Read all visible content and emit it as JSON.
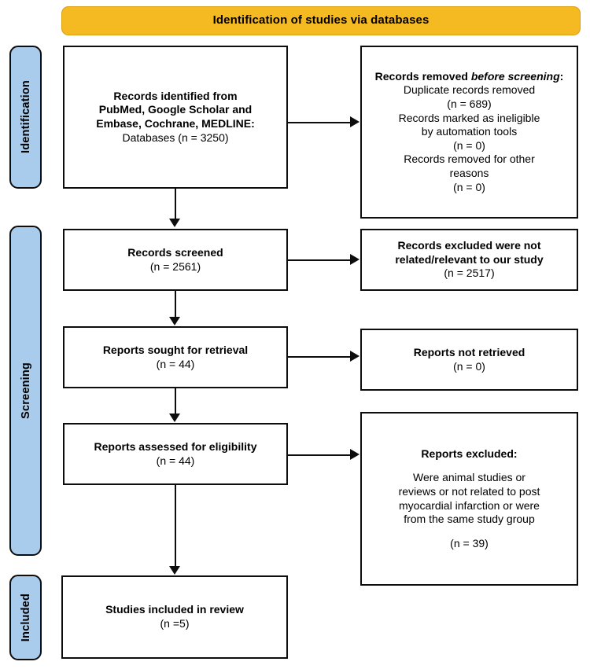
{
  "banner": {
    "title": "Identification of studies via databases"
  },
  "stages": [
    {
      "name": "identification",
      "label": "Identification"
    },
    {
      "name": "screening",
      "label": "Screening"
    },
    {
      "name": "included",
      "label": "Included"
    }
  ],
  "boxes": {
    "identified": {
      "title": "Records identified from\nPubMed, Google Scholar and\nEmbase, Cochrane, MEDLINE:",
      "detail": "Databases (n = 3250)"
    },
    "removed": {
      "title_lead": "Records removed ",
      "title_italic": "before screening",
      "title_tail": ":",
      "lines": [
        "Duplicate records removed",
        "(n = 689)",
        "Records marked as ineligible",
        "by automation tools",
        "(n = 0)",
        "Records removed for other",
        "reasons",
        "(n = 0)"
      ]
    },
    "screened": {
      "title": "Records screened",
      "detail": "(n = 2561)"
    },
    "excluded_records": {
      "title": "Records excluded were not\nrelated/relevant to our study",
      "detail": "(n = 2517)"
    },
    "sought": {
      "title": "Reports sought for retrieval",
      "detail": "(n = 44)"
    },
    "not_retrieved": {
      "title": "Reports not retrieved",
      "detail": "(n = 0)"
    },
    "assessed": {
      "title": "Reports assessed for eligibility",
      "detail": "(n = 44)"
    },
    "reports_excluded": {
      "title": "Reports excluded:",
      "body": "Were animal studies or\nreviews or not related to post\nmyocardial infarction or were\nfrom the same study group",
      "detail": "(n = 39)"
    },
    "included": {
      "title": "Studies included in review",
      "detail": "(n =5)"
    }
  },
  "colors": {
    "banner_fill": "#F5B921",
    "banner_border": "#D99F14",
    "stage_fill": "#A9CCEC",
    "box_border": "#0D0D0D",
    "box_fill": "#FFFFFF",
    "text": "#000000"
  }
}
